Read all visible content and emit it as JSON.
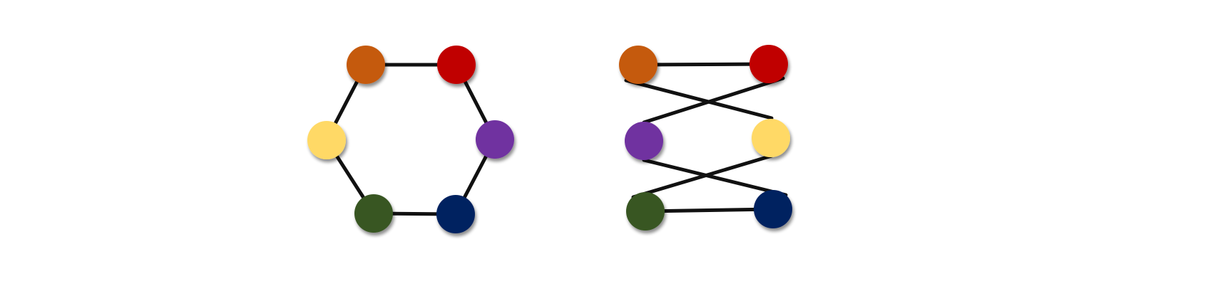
{
  "colors": {
    "orange": "#C55A11",
    "red": "#C00000",
    "yellow": "#FFD966",
    "purple": "#7030A0",
    "green": "#375623",
    "navy": "#002060",
    "edge": "#111111"
  },
  "graphs": [
    {
      "name": "hexagon-graph",
      "nodes": [
        "orange",
        "red",
        "purple",
        "navy",
        "green",
        "yellow"
      ],
      "edges": [
        [
          "orange",
          "red"
        ],
        [
          "red",
          "purple"
        ],
        [
          "purple",
          "navy"
        ],
        [
          "navy",
          "green"
        ],
        [
          "green",
          "yellow"
        ],
        [
          "yellow",
          "orange"
        ]
      ]
    },
    {
      "name": "crossed-ladder-graph",
      "nodes": [
        "orange",
        "red",
        "purple",
        "yellow",
        "green",
        "navy"
      ],
      "edges": [
        [
          "orange",
          "red"
        ],
        [
          "orange",
          "yellow"
        ],
        [
          "red",
          "purple"
        ],
        [
          "purple",
          "navy"
        ],
        [
          "yellow",
          "green"
        ],
        [
          "green",
          "navy"
        ]
      ]
    }
  ]
}
